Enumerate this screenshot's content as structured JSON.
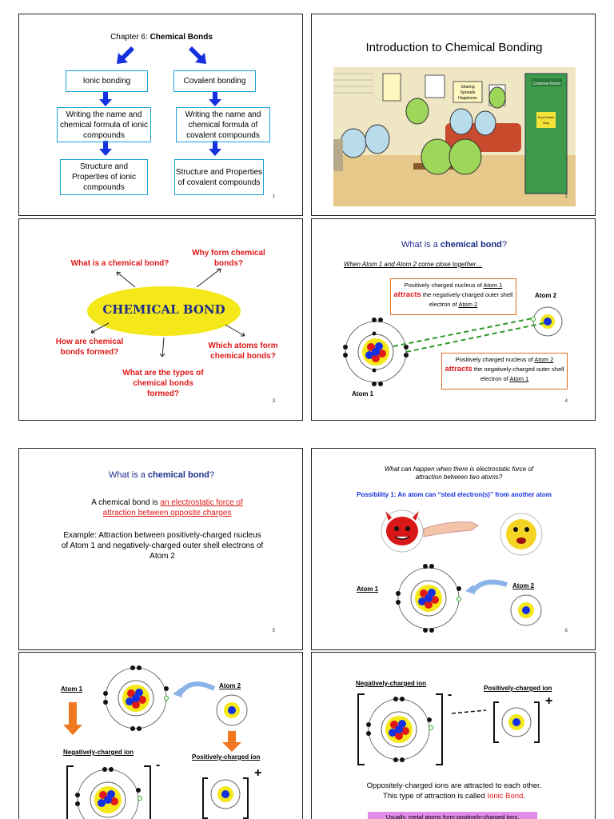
{
  "slides": [
    {
      "number": "1",
      "title_prefix": "Chapter 6: ",
      "title_bold": "Chemical Bonds",
      "col_left": [
        "Ionic bonding",
        "Writing the name and chemical formula of ionic compounds",
        "Structure and Properties of ionic compounds"
      ],
      "col_right": [
        "Covalent bonding",
        "Writing the name and chemical formula of covalent compounds",
        "Structure and Properties of covalent compounds"
      ]
    },
    {
      "number": "2",
      "title": "Introduction to Chemical Bonding",
      "poster_text": "Sharing Spreads Happiness",
      "door_sign": "Common Room",
      "door_note": "Non-Metals Only"
    },
    {
      "number": "3",
      "center": "CHEMICAL BOND",
      "q1": "What is a chemical bond?",
      "q2": "Why form chemical bonds?",
      "q3": "How are chemical bonds formed?",
      "q4": "What are the types of chemical bonds formed?",
      "q5": "Which atoms form chemical bonds?"
    },
    {
      "number": "4",
      "title_prefix": "What is a ",
      "title_bold": "chemical bond",
      "title_suffix": "?",
      "subtitle": "When Atom 1 and Atom 2 come close together…",
      "box1_a": "Positively charged nucleus of ",
      "box1_atom": "Atom 1",
      "box1_attracts": "attracts",
      "box1_b": " the negatively-charged outer shell electron of ",
      "box1_atom2": "Atom 2",
      "box2_a": "Positively charged nucleus of ",
      "box2_atom": "Atom 2",
      "box2_attracts": "attracts",
      "box2_b": " the negatively-charged outer shell electron of ",
      "box2_atom2": "Atom 1",
      "atom1": "Atom 1",
      "atom2": "Atom 2"
    },
    {
      "number": "5",
      "title_prefix": "What is a ",
      "title_bold": "chemical bond",
      "title_suffix": "?",
      "def_a": "A chemical bond is ",
      "def_b": "an electrostatic force of attraction between opposite charges",
      "example": "Example: Attraction between positively-charged nucleus of Atom 1 and negatively-charged outer shell electrons of Atom 2"
    },
    {
      "number": "6",
      "question": "What can happen when there is electrostatic force of attraction between two atoms?",
      "possibility": "Possibility 1: An atom can “steal electron(s)” from another atom",
      "atom1": "Atom 1",
      "atom2": "Atom 2"
    },
    {
      "atom1": "Atom 1",
      "atom2": "Atom 2",
      "neg_ion": "Negatively-charged ion",
      "pos_ion": "Positively-charged ion",
      "minus": "-",
      "plus": "+"
    },
    {
      "neg_ion": "Negatively-charged ion",
      "pos_ion": "Positively-charged ion",
      "minus": "-",
      "plus": "+",
      "text1": "Oppositely-charged ions are attracted to each other.",
      "text2_a": "This type of attraction is called ",
      "text2_b": "Ionic Bond",
      "note": "Usually, metal atoms form positively-charged ions."
    }
  ],
  "colors": {
    "arrow_blue": "#1530e0",
    "box_border": "#1aa0d8",
    "red": "#e01818",
    "navy": "#1f2d8a",
    "orange": "#f07820",
    "ellipse": "#f4e81a"
  }
}
